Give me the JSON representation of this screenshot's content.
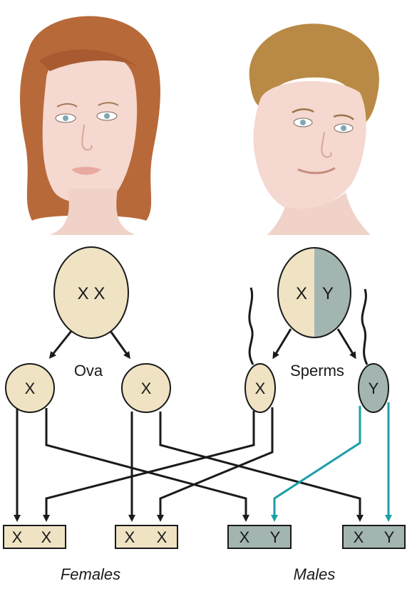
{
  "colors": {
    "female_fill": "#efe3c4",
    "male_fill": "#a3b5b1",
    "stroke": "#1a1a1a",
    "y_path": "#1a9fa8",
    "hair_female": "#b8693a",
    "hair_male": "#b98a45",
    "skin": "#f5d8cf"
  },
  "parent_female": {
    "chromosomes": "X X"
  },
  "parent_male": {
    "x_label": "X",
    "y_label": "Y"
  },
  "gametes": {
    "ova_label": "Ova",
    "sperms_label": "Sperms",
    "ovum_1": "X",
    "ovum_2": "X",
    "sperm_x": "X",
    "sperm_y": "Y"
  },
  "offspring": [
    {
      "left": "X",
      "right": "X"
    },
    {
      "left": "X",
      "right": "X"
    },
    {
      "left": "X",
      "right": "Y"
    },
    {
      "left": "X",
      "right": "Y"
    }
  ],
  "captions": {
    "females": "Females",
    "males": "Males"
  }
}
